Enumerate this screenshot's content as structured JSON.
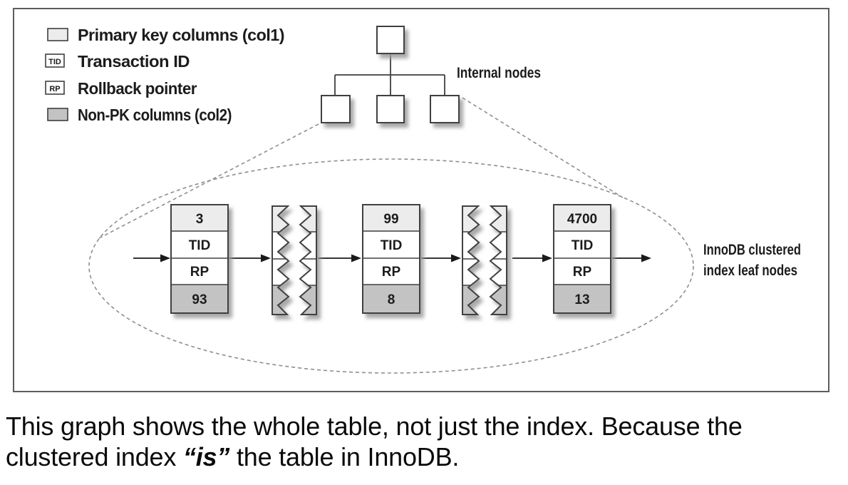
{
  "figure": {
    "legend": {
      "items": [
        {
          "swatch": "pk-light",
          "label": "Primary key columns (col1)"
        },
        {
          "swatch": "tid-box",
          "swatch_text": "TID",
          "label": "Transaction ID"
        },
        {
          "swatch": "rp-box",
          "swatch_text": "RP",
          "label": "Rollback pointer"
        },
        {
          "swatch": "nonpk-dark",
          "label": "Non-PK columns (col2)"
        }
      ]
    },
    "tree": {
      "label": "Internal nodes"
    },
    "leaf_label": {
      "line1": "InnoDB clustered",
      "line2": "index leaf nodes"
    },
    "records": [
      {
        "pk": "3",
        "tid": "TID",
        "rp": "RP",
        "nonpk": "93"
      },
      {
        "pk": "99",
        "tid": "TID",
        "rp": "RP",
        "nonpk": "8"
      },
      {
        "pk": "4700",
        "tid": "TID",
        "rp": "RP",
        "nonpk": "13"
      }
    ],
    "colors": {
      "pk_fill": "#ececec",
      "nonpk_fill": "#c3c3c3",
      "box_border": "#3f3f3f",
      "dash_gray": "#8f8f8f"
    }
  },
  "caption": {
    "line1": "This graph shows the whole table, not just the index. Because the",
    "line2_pre": "clustered index ",
    "line2_emph": "“is”",
    "line2_post": " the table in InnoDB."
  }
}
